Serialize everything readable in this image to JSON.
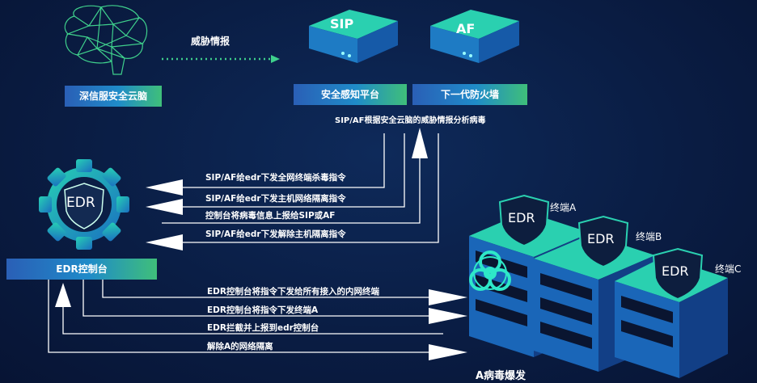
{
  "top": {
    "threat_intel": "威胁情报",
    "sip_icon": "SIP",
    "af_icon": "AF",
    "brain_label": "深信服安全云脑",
    "sip_label": "安全感知平台",
    "af_label": "下一代防火墙",
    "analysis_note": "SIP/AF根据安全云脑的威胁情报分析病毒"
  },
  "edr_console": {
    "gear_text": "EDR",
    "label": "EDR控制台"
  },
  "messages_upper": [
    "SIP/AF给edr下发全网终端杀毒指令",
    "SIP/AF给edr下发主机网络隔离指令",
    "控制台将病毒信息上报给SIP或AF",
    "SIP/AF给edr下发解除主机隔离指令"
  ],
  "messages_lower": [
    "EDR控制台将指令下发给所有接入的内网终端",
    "EDR控制台将指令下发终端A",
    "EDR拦截并上报到edr控制台",
    "解除A的网络隔离"
  ],
  "terminals": [
    {
      "shield": "EDR",
      "name": "终端A"
    },
    {
      "shield": "EDR",
      "name": "终端B"
    },
    {
      "shield": "EDR",
      "name": "终端C"
    }
  ],
  "outbreak_label": "A病毒爆发",
  "icons": {
    "brain": "brain-network-icon",
    "biohazard": "biohazard-icon"
  }
}
